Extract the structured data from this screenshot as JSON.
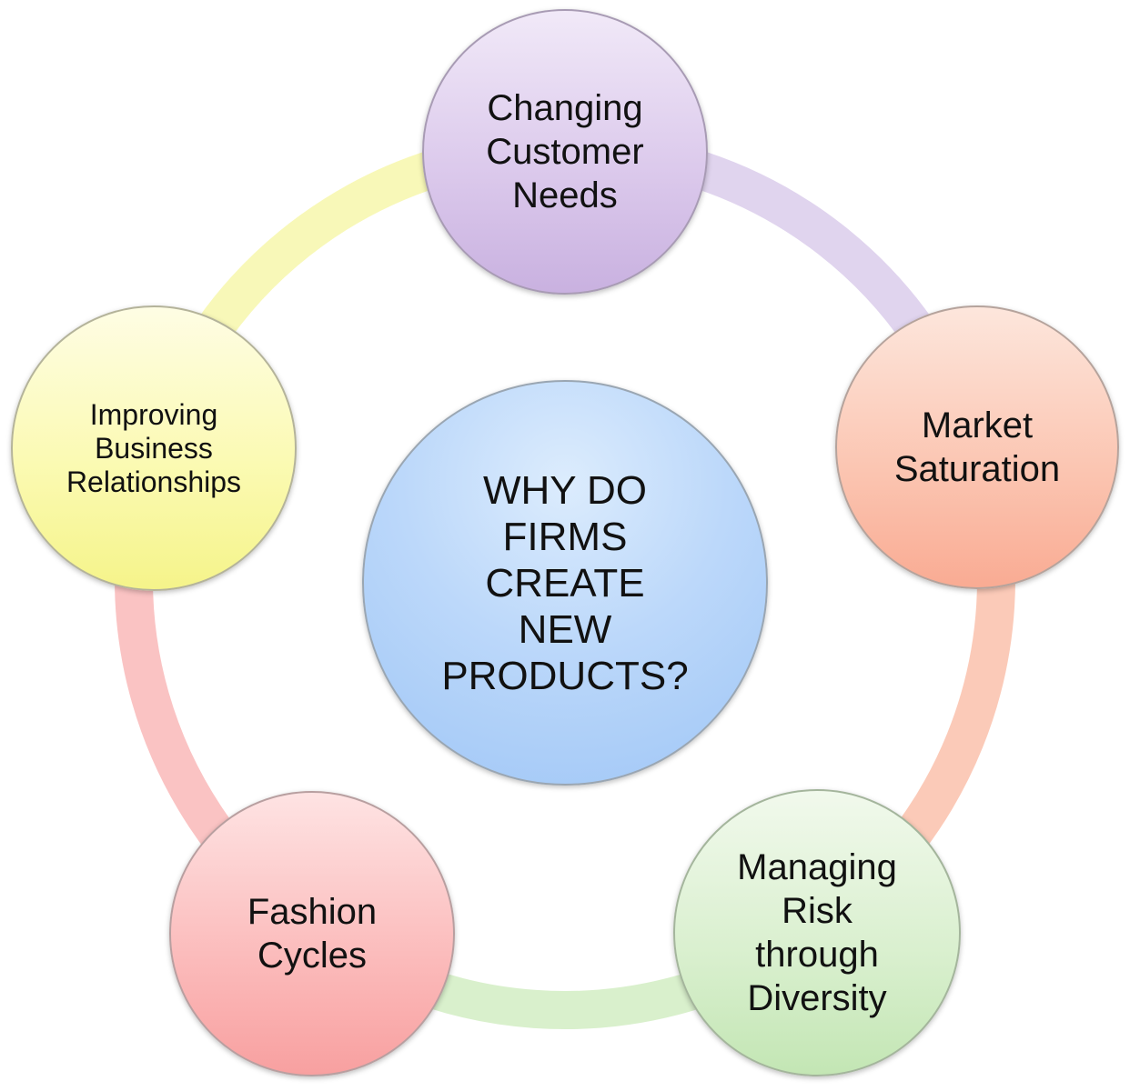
{
  "diagram": {
    "center": {
      "text": "WHY DO\nFIRMS\nCREATE\nNEW\nPRODUCTS?",
      "color": "#b6d4f9"
    },
    "nodes": [
      {
        "id": "top",
        "text": "Changing\nCustomer\nNeeds",
        "color": "#d7c5ea"
      },
      {
        "id": "right",
        "text": "Market\nSaturation",
        "color": "#fbc1ad"
      },
      {
        "id": "bottom-right",
        "text": "Managing\nRisk\nthrough\nDiversity",
        "color": "#d4edc8"
      },
      {
        "id": "bottom-left",
        "text": "Fashion\nCycles",
        "color": "#fab6b6"
      },
      {
        "id": "left",
        "text": "Improving\nBusiness\nRelationships",
        "color": "#f9f8a6"
      }
    ],
    "ring_segment_colors": [
      "#e0d4ee",
      "#fbcab8",
      "#d9f0cc",
      "#fac3c3",
      "#f8f8b8"
    ]
  }
}
